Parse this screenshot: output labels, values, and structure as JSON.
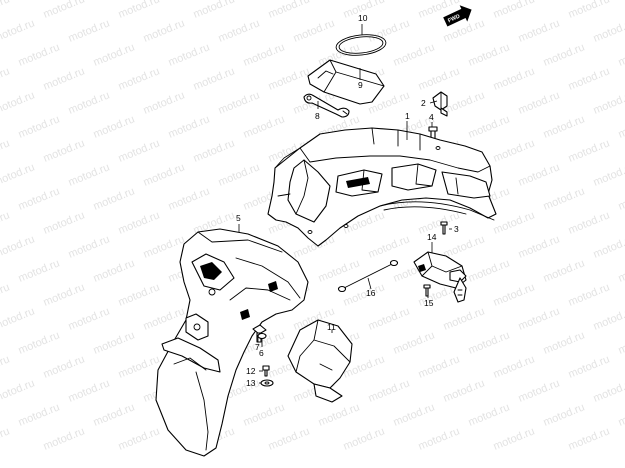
{
  "watermark": {
    "text": "motod.ru"
  },
  "direction_marker": {
    "text": "FWD",
    "icon": "fwd-arrow-icon"
  },
  "callouts": [
    {
      "id": "c1",
      "label": "1"
    },
    {
      "id": "c2",
      "label": "2"
    },
    {
      "id": "c3",
      "label": "3"
    },
    {
      "id": "c4",
      "label": "4"
    },
    {
      "id": "c5",
      "label": "5"
    },
    {
      "id": "c6",
      "label": "6"
    },
    {
      "id": "c7",
      "label": "7"
    },
    {
      "id": "c8",
      "label": "8"
    },
    {
      "id": "c9",
      "label": "9"
    },
    {
      "id": "c10",
      "label": "10"
    },
    {
      "id": "c11",
      "label": "11"
    },
    {
      "id": "c12",
      "label": "12"
    },
    {
      "id": "c13",
      "label": "13"
    },
    {
      "id": "c14",
      "label": "14"
    },
    {
      "id": "c15",
      "label": "15"
    },
    {
      "id": "c16",
      "label": "16"
    }
  ]
}
